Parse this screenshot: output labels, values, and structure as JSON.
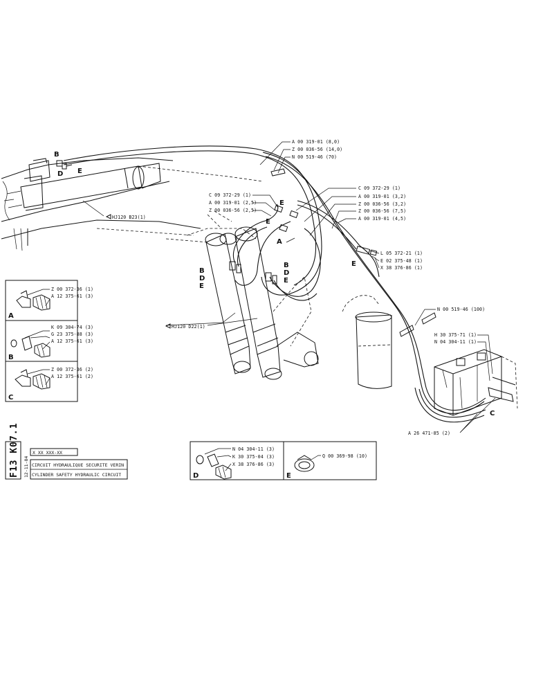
{
  "main_callouts": {
    "hose_top_1": "A 00 319-01 (8,0)",
    "hose_top_2": "Z 00 036-56 (14,0)",
    "hose_top_3": "N 00 519-46 (70)",
    "mid_left_1": "C 09 372-29 (1)",
    "mid_left_2": "A 00 319-01 (2,5)",
    "mid_left_3": "Z 00 036-56 (2,5)",
    "mid_right_1": "C 09 372-29 (1)",
    "mid_right_2": "A 00 319-01 (3,2)",
    "mid_right_3": "Z 00 036-56 (3,2)",
    "mid_right_4": "Z 00 036-56 (7,5)",
    "mid_right_5": "A 00 319-01 (4,5)",
    "fit_right_1": "L 05 372-21 (1)",
    "fit_right_2": "E 02 375-48 (1)",
    "fit_right_3": "X 38 376-86 (1)",
    "clip_right": "N 00 519-46 (100)",
    "valve_1": "H 30 375-71 (1)",
    "valve_2": "N 04 304-11 (1)",
    "bottom_right": "A 26 471-85 (2)",
    "cyl_top": "HJ120 B23(1)",
    "cyl_bottom": "HJ120 D22(1)"
  },
  "letters": {
    "B": "B",
    "D": "D",
    "E": "E",
    "A": "A",
    "C": "C"
  },
  "detail_A": {
    "letter": "A",
    "line1": "Z 00 372-36 (1)",
    "line2": "A 12 375-61 (3)"
  },
  "detail_B": {
    "letter": "B",
    "line1": "K 09 304-74 (3)",
    "line2": "G 23 375-88 (3)",
    "line3": "A 12 375-61 (3)"
  },
  "detail_C": {
    "letter": "C",
    "line1": "Z 00 372-36 (2)",
    "line2": "A 12 375-61 (2)"
  },
  "detail_D": {
    "letter": "D",
    "line1": "N 04 304-11 (3)",
    "line2": "K 30 375-04 (3)",
    "line3": "X 38 376-86 (3)"
  },
  "detail_E": {
    "letter": "E",
    "line1": "Q 00 369-98 (10)"
  },
  "title_block": {
    "code": "F13  K07.1",
    "date": "12-11-84",
    "part_no": "X XX XXX-XX",
    "title_fr": "CIRCUIT HYDRAULIQUE SECURITE VERIN",
    "title_en": "CYLINDER SAFETY HYDRAULIC CIRCUIT"
  }
}
